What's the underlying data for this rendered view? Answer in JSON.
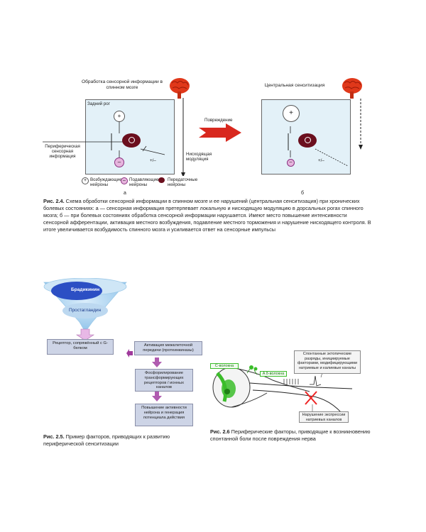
{
  "fig24": {
    "left_title": "Обработка сенсорной информации в спинном мозге",
    "right_title": "Центральная сенситизация",
    "dorsal_horn": "Задний рог",
    "injury": "Повреждение",
    "peripheral": "Периферическая сенсорная информация",
    "descending": "Нисходящая модуляция",
    "plus_minus": "+/–",
    "plus": "+",
    "minus": "–",
    "legend_exc": "Возбуждающие нейроны",
    "legend_inh": "Подавляющие нейроны",
    "legend_trans": "Передаточные нейроны",
    "label_a": "а",
    "label_b": "б",
    "caption_bold": "Рис. 2.4.",
    "caption_text": " Схема обработки сенсорной информации в спинном мозге и ее нарушений (центральная сенситизация) при хронических болевых состояниях: а — сенсорная информация претерпевает локальную и нисходящую модуляцию в дорсальных рогах спинного мозга; б — при болевых состояниях обработка сенсорной информации нарушается. Имеют место повышение интенсивности сенсорной афферентации, активация местного возбуждения, подавление местного торможения и нарушение нисходящего контроля. В итоге увеличивается возбудимость спинного мозга и усиливается ответ на сенсорные импульсы"
  },
  "fig25": {
    "bradykinin": "Брадикинин",
    "prostaglandin": "Простагландин",
    "receptor": "Рецептор, сопряжённый с G-белком",
    "step1": "Активация межклеточной передачи (протеинкиназы)",
    "step2": "Фосфорилирование трансформирующих рецепторов / ионных каналов",
    "step3": "Повышение активности нейрона и генерация потенциала действия",
    "caption_bold": "Рис. 2.5.",
    "caption_text": " Пример факторов, приводящих к развитию периферической сенситизации"
  },
  "fig26": {
    "c_fiber": "C-волокна",
    "a_fiber": "A δ-волокна",
    "spontaneous": "Спонтанные эктопические разряды, инициируемые факторами, модифицирующими натриевые и калиевые каналы",
    "sodium": "Нарушение экспрессии натриевых каналов",
    "caption_bold": "Рис. 2.6",
    "caption_text": " Периферические факторы, приводящие к возникновению спонтанной боли после повреждения нерва"
  },
  "colors": {
    "panel_bg": "#e3f1f8",
    "brain": "#e0381a",
    "transmission_neuron": "#6b0f1e",
    "inhibitory": "#c04aa0",
    "arrow": "#d8281e",
    "funnel_blue": "#2c4fc4",
    "flow_arrow": "#a03a9c",
    "nerve_green": "#3bbd2a"
  }
}
